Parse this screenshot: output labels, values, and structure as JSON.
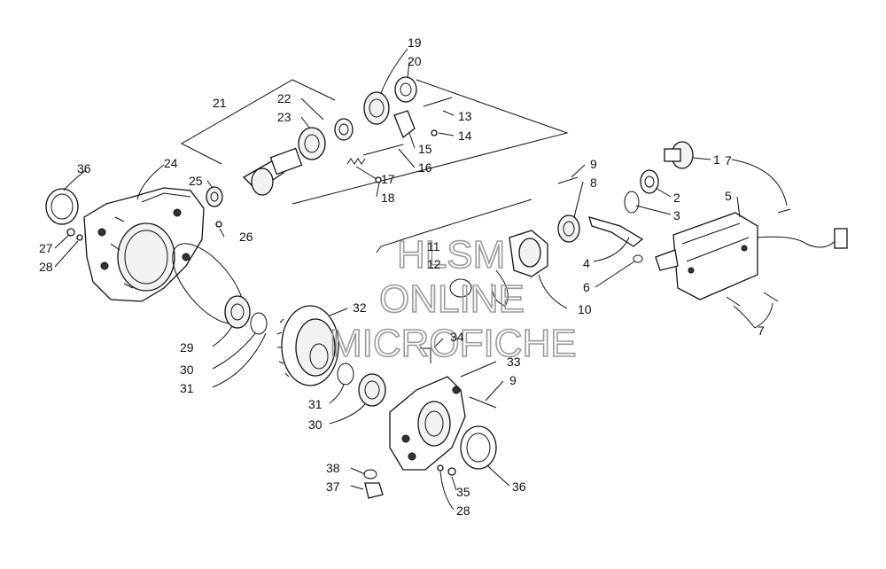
{
  "watermark": {
    "line1": "HLSM",
    "line2": "ONLINE",
    "line3": "MICROFICHE"
  },
  "callouts": {
    "c1": "1",
    "c2": "2",
    "c3": "3",
    "c4": "4",
    "c5": "5",
    "c6": "6",
    "c7a": "7",
    "c7b": "7",
    "c8": "8",
    "c9a": "9",
    "c9b": "9",
    "c10": "10",
    "c11": "11",
    "c12": "12",
    "c13": "13",
    "c14": "14",
    "c15": "15",
    "c16": "16",
    "c17": "17",
    "c18": "18",
    "c19": "19",
    "c20": "20",
    "c21": "21",
    "c22": "22",
    "c23": "23",
    "c24": "24",
    "c25": "25",
    "c26": "26",
    "c27": "27",
    "c28a": "28",
    "c28b": "28",
    "c29": "29",
    "c30a": "30",
    "c30b": "30",
    "c31a": "31",
    "c31b": "31",
    "c32": "32",
    "c33": "33",
    "c34": "34",
    "c35": "35",
    "c36a": "36",
    "c36b": "36",
    "c37": "37",
    "c38": "38"
  }
}
